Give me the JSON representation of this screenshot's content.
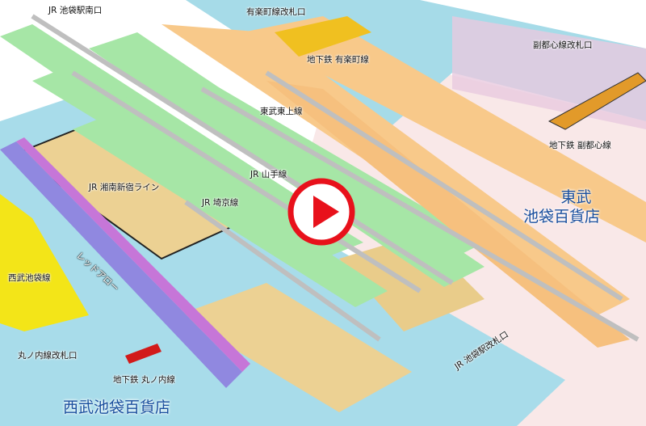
{
  "map": {
    "labels": {
      "jr_south_gate": "JR 池袋駅南口",
      "yurakucho_gate": "有楽町線改札口",
      "yurakucho_line": "地下鉄 有楽町線",
      "fukutoshin_gate": "副都心線改札口",
      "fukutoshin_line": "地下鉄 副都心線",
      "tobu_tojo_line": "東武東上線",
      "jr_yamanote": "JR 山手線",
      "jr_shonan": "JR 湘南新宿ライン",
      "jr_saikyo": "JR 埼京線",
      "seibu_ikebukuro_line": "西武池袋線",
      "red_arrow": "レッドアロー",
      "marunouchi_gate": "丸ノ内線改札口",
      "marunouchi_line": "地下鉄 丸ノ内線",
      "jr_gate": "JR 池袋駅改札口"
    },
    "departments": {
      "tobu_line1": "東武",
      "tobu_line2": "池袋百貨店",
      "seibu": "西武池袋百貨店"
    },
    "colors": {
      "jr_platform": "#a6e6a6",
      "tobu_platform": "#f8c98a",
      "seibu_platform": "#f0e020",
      "concourse": "#9fd8e6",
      "red_arrow_track": "#8f86e0",
      "play_button": "#e8111b"
    }
  }
}
